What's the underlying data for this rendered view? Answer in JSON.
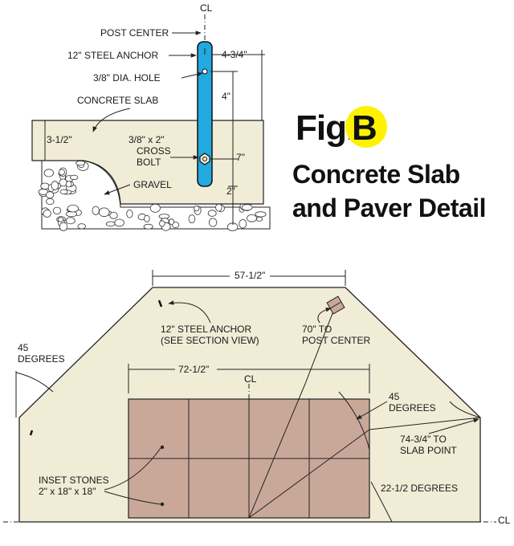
{
  "figure": {
    "fig_word": "Fig.",
    "fig_letter": "B",
    "title_line1": "Concrete Slab",
    "title_line2": "and Paver Detail",
    "colors": {
      "slab": "#f1ecd6",
      "post": "#22a9e0",
      "stones": "#c9a89a",
      "badge": "#fff200",
      "lines": "#222222"
    }
  },
  "section_view": {
    "centerline_mark": "CL",
    "labels": {
      "post_center": "POST CENTER",
      "steel_anchor": "12\" STEEL ANCHOR",
      "hole": "3/8\" DIA. HOLE",
      "concrete_slab": "CONCRETE SLAB",
      "cross_bolt_1": "3/8\" x 2\"",
      "cross_bolt_2": "CROSS",
      "cross_bolt_3": "BOLT",
      "gravel": "GRAVEL"
    },
    "dimensions": {
      "anchor_above_slab": "4-3/4\"",
      "hole_to_slab": "4\"",
      "bolt_depth": "7\"",
      "bottom": "2\"",
      "slab_edge_thickness": "3-1/2\""
    }
  },
  "plan_view": {
    "centerline_mark": "CL",
    "labels": {
      "steel_anchor_1": "12\" STEEL ANCHOR",
      "steel_anchor_2": "(SEE SECTION VIEW)",
      "post_center_1": "70\" TO",
      "post_center_2": "POST CENTER",
      "left_angle_1": "45",
      "left_angle_2": "DEGREES",
      "right_angle_1": "45",
      "right_angle_2": "DEGREES",
      "slab_point_1": "74-3/4\" TO",
      "slab_point_2": "SLAB POINT",
      "inset_stones_1": "INSET STONES",
      "inset_stones_2": "2\" x 18\" x 18\"",
      "small_angle": "22-1/2 DEGREES"
    },
    "dimensions": {
      "top_width": "57-1/2\"",
      "stones_width": "72-1/2\""
    },
    "stone_grid": {
      "columns": 4,
      "rows": 2
    }
  }
}
